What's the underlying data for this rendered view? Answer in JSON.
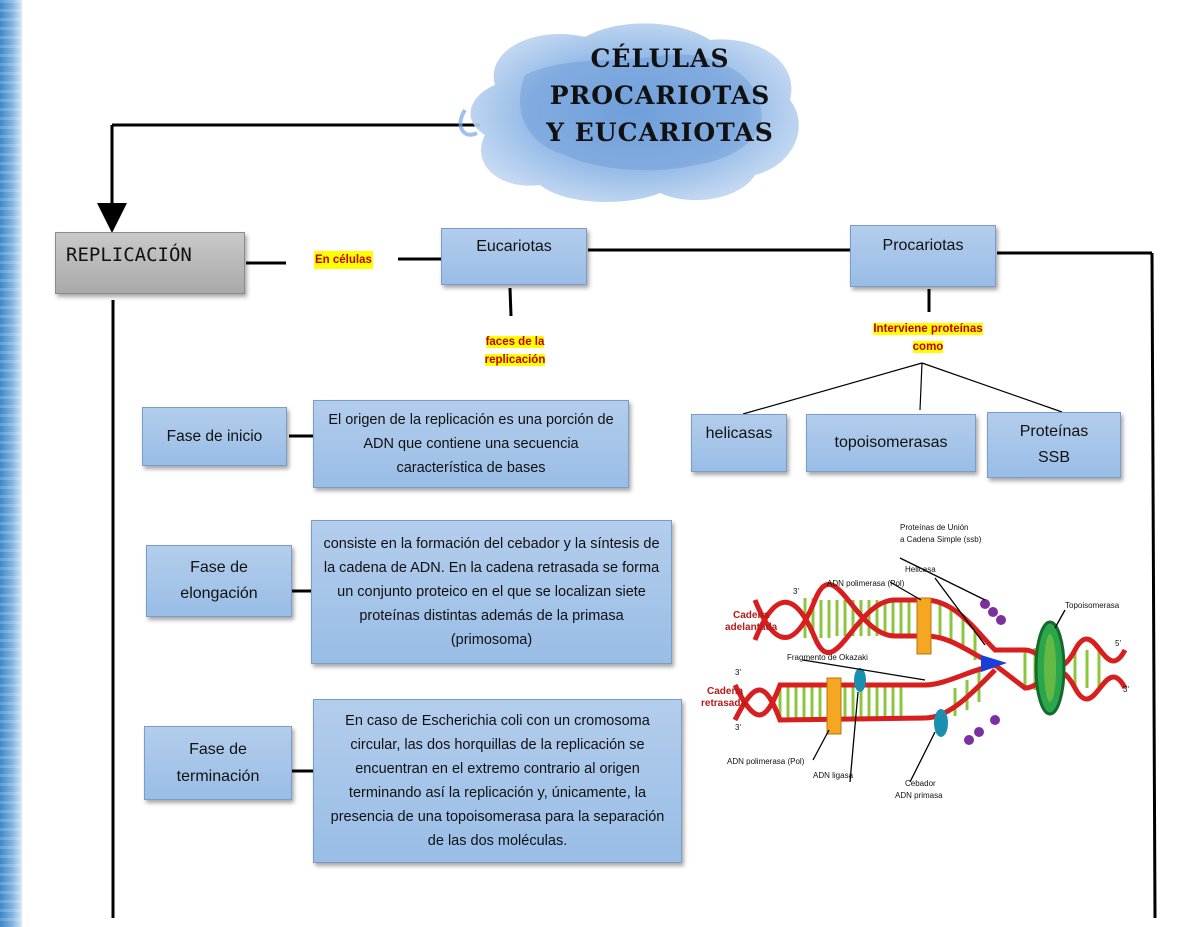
{
  "title": "CÉLULAS\nPROCARIOTAS\nY EUCARIOTAS",
  "root": "REPLICACIÓN",
  "connector_label": "En células",
  "branches": {
    "eucariotas": {
      "label": "Eucariotas",
      "connector": "faces de la replicación",
      "phases": [
        {
          "name": "Fase de inicio",
          "description": "El origen de la replicación es una porción de ADN que contiene una secuencia característica de bases"
        },
        {
          "name": "Fase de elongación",
          "description": "consiste en la formación del cebador y la síntesis de la cadena de ADN. En la cadena retrasada se forma un conjunto proteico en el que se localizan siete proteínas distintas además de la primasa (primosoma)"
        },
        {
          "name": "Fase de terminación",
          "description": "En caso de Escherichia coli con un cromosoma circular, las dos horquillas de la replicación se encuentran en el extremo contrario al origen terminando así la replicación y, únicamente, la presencia de una topoisomerasa para la separación de las dos moléculas."
        }
      ]
    },
    "procariotas": {
      "label": "Procariotas",
      "connector": "Interviene proteínas como",
      "proteins": [
        "helicasas",
        "topoisomerasas",
        "Proteínas SSB"
      ]
    }
  },
  "dna_figure": {
    "labels": {
      "ssb": "Proteínas de Unión a Cadena Simple (ssb)",
      "helicasa": "Helicasa",
      "polimerasa_top": "ADN polimerasa (Pol)",
      "topoisomerasa": "Topoisomerasa",
      "cadena_adelantada": "Cadena adelantada",
      "fragmento": "Fragmento de Okazaki",
      "cadena_retrasada": "Cadena retrasada",
      "polimerasa_bottom": "ADN polimerasa (Pol)",
      "ligasa": "ADN ligasa",
      "cebador": "Cebador",
      "primasa": "ADN primasa",
      "end_3": "3'",
      "end_5": "5'"
    },
    "colors": {
      "backbone": "#d81e1e",
      "rungs": "#8cc63f",
      "polimerasa": "#f5a623",
      "topoisomerasa": "#1e8f3e",
      "helicasa": "#1a3fd6",
      "ssb": "#7b2fa0",
      "ligasa": "#1a8fb0",
      "label_red": "#b51a1a"
    }
  }
}
